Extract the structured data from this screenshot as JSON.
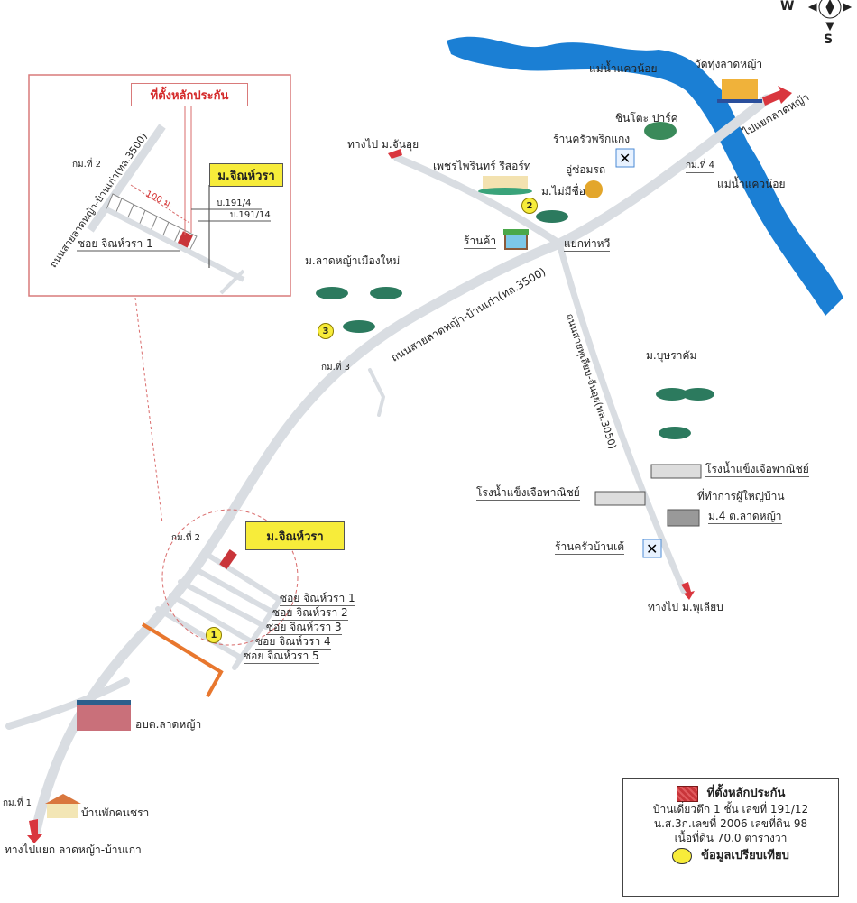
{
  "map": {
    "compass": {
      "west": "W",
      "south": "S"
    },
    "inset": {
      "title": "ที่ตั้งหลักประกัน",
      "village": "ม.จิณห์วรา",
      "road": "ถนนสายลาดหญ้า-บ้านเก่า(ทล.3500)",
      "km_marker": "กม.ที่ 2",
      "distance": "100 ม.",
      "lot_a": "บ.191/4",
      "lot_b": "บ.191/14",
      "soi": "ซอย จิณห์วรา 1"
    },
    "labels": {
      "to_chanud": "ทางไป ม.จันอุย",
      "resort": "เพชรไพรินทร์ รีสอร์ท",
      "river_top": "แม่น้ำแควน้อย",
      "temple": "วัดทุ่งลาดหญ้า",
      "park": "ชินโตะ ปาร์ค",
      "restaurant_1": "ร้านครัวพริกแกง",
      "garage": "อู่ซ่อมรถ",
      "village_2": "ม.ไม่มีชื่อ",
      "to_junction": "ไปแยกลาดหญ้า",
      "km_4": "กม.ที่ 4",
      "river_bottom": "แม่น้ำแควน้อย",
      "shop": "ร้านค้า",
      "junction": "แยกท่าหวี",
      "village_3": "ม.ลาดหญ้าเมืองใหม่",
      "main_road": "ถนนสายลาดหญ้า-บ้านเก่า(ทล.3500)",
      "side_road": "ถนนสายพุเลียบ-จันอุย(ทล.3050)",
      "km_3": "กม.ที่ 3",
      "village_bunrakam": "ม.บุษราคัม",
      "ice_factory_1": "โรงน้ำแข็งเจือพาณิชย์",
      "ice_factory_2": "โรงน้ำแข็งเจือพาณิชย์",
      "headman_office_1": "ที่ทำการผู้ใหญ่บ้าน",
      "headman_office_2": "ม.4 ต.ลาดหญ้า",
      "restaurant_2": "ร้านครัวบ้านเต้",
      "to_phuliap": "ทางไป ม.พุเลียบ",
      "village_main": "ม.จิณห์วรา",
      "km_2": "กม.ที่ 2",
      "soi_1": "ซอย จิณห์วรา 1",
      "soi_2": "ซอย จิณห์วรา 2",
      "soi_3": "ซอย จิณห์วรา 3",
      "soi_4": "ซอย จิณห์วรา 4",
      "soi_5": "ซอย จิณห์วรา 5",
      "tao_office": "อบต.ลาดหญ้า",
      "elderly_home": "บ้านพักคนชรา",
      "km_1": "กม.ที่ 1",
      "to_ladya_bankao": "ทางไปแยก ลาดหญ้า-บ้านเก่า"
    },
    "markers": {
      "m1": "1",
      "m2": "2",
      "m3": "3"
    },
    "legend": {
      "collateral": "ที่ตั้งหลักประกัน",
      "line1": "บ้านเดี่ยวตึก 1 ชั้น เลขที่ 191/12",
      "line2": "น.ส.3ก.เลขที่ 2006 เลขที่ดิน 98",
      "line3": "เนื้อที่ดิน 70.0 ตารางวา",
      "comparison": "ข้อมูลเปรียบเทียบ"
    },
    "colors": {
      "river": "#1b7fd4",
      "road": "#d9dde2",
      "collateral": "#c9353a",
      "marker": "#f7ec3a",
      "arrow": "#d9363e",
      "orange": "#e8772e"
    }
  }
}
